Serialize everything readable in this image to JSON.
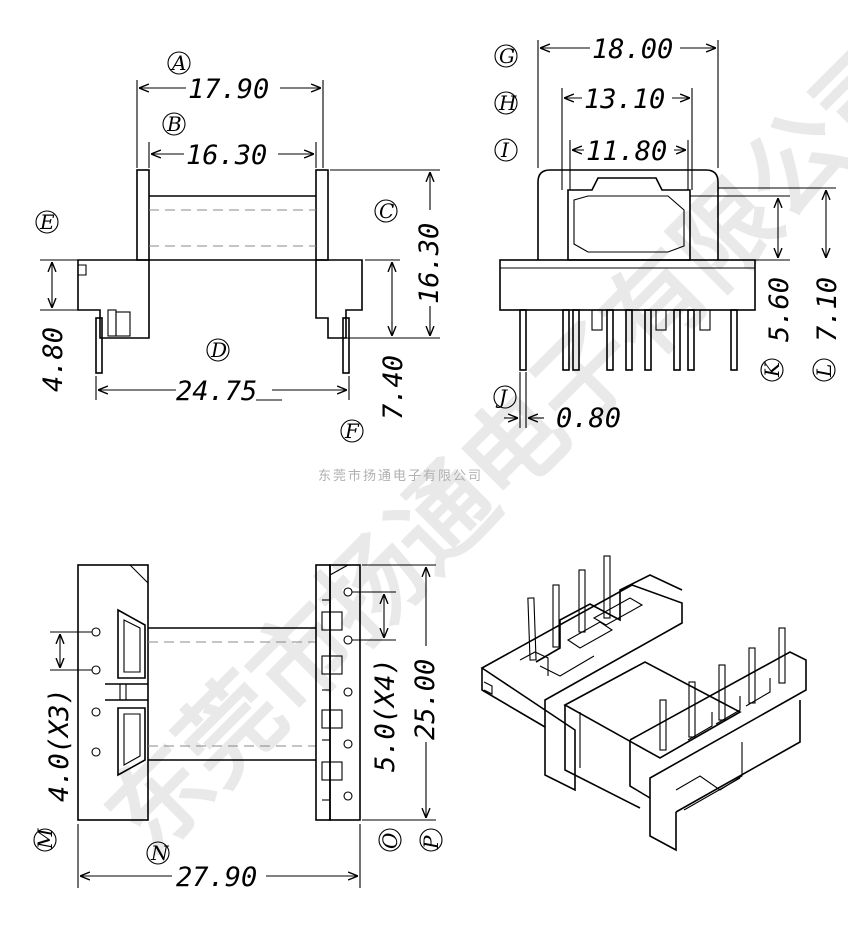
{
  "watermark": {
    "main": "东莞市扬通电子有限公司",
    "small": "东莞市扬通电子有限公司"
  },
  "views": {
    "front": {
      "labels": {
        "A": "A",
        "B": "B",
        "C": "C",
        "D": "D",
        "E": "E",
        "F": "F"
      },
      "dims": {
        "A": "17.90",
        "B": "16.30",
        "C": "16.30",
        "D": "24.75",
        "E": "4.80",
        "F": "7.40"
      }
    },
    "side": {
      "labels": {
        "G": "G",
        "H": "H",
        "I": "I",
        "J": "J",
        "K": "K",
        "L": "L"
      },
      "dims": {
        "G": "18.00",
        "H": "13.10",
        "I": "11.80",
        "J": "0.80",
        "K": "5.60",
        "L": "7.10"
      }
    },
    "bottom": {
      "labels": {
        "M": "M",
        "N": "N",
        "O": "O",
        "P": "P"
      },
      "dims": {
        "M": "4.0(X3)",
        "N": "27.90",
        "O": "5.0(X4)",
        "P": "25.00"
      }
    },
    "iso": {}
  }
}
